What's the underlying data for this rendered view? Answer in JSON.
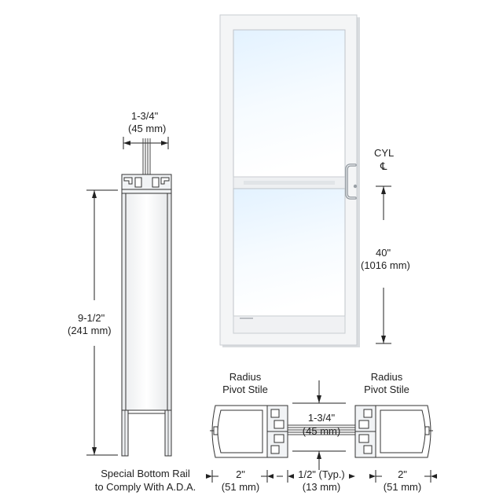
{
  "labels": {
    "top_width_imperial": "1-3/4\"",
    "top_width_metric": "(45 mm)",
    "rail_height_imperial": "9-1/2\"",
    "rail_height_metric": "(241 mm)",
    "rail_caption_line1": "Special Bottom Rail",
    "rail_caption_line2": "to Comply With A.D.A.",
    "cyl_line1": "CYL",
    "cyl_line2": "℄",
    "handle_height_imperial": "40\"",
    "handle_height_metric": "(1016 mm)",
    "left_stile_line1": "Radius",
    "left_stile_line2": "Pivot Stile",
    "right_stile_line1": "Radius",
    "right_stile_line2": "Pivot Stile",
    "gap_width_imperial": "1-3/4\"",
    "gap_width_metric": "(45 mm)",
    "left_depth_imperial": "2\"",
    "left_depth_metric": "(51 mm)",
    "center_typ_imperial": "1/2\" (Typ.)",
    "center_typ_metric": "(13 mm)",
    "right_depth_imperial": "2\"",
    "right_depth_metric": "(51 mm)"
  },
  "colors": {
    "glass_top": "#e8f5ff",
    "glass_bottom": "#ffffff",
    "frame": "#f4f5f6",
    "line": "#222222"
  }
}
